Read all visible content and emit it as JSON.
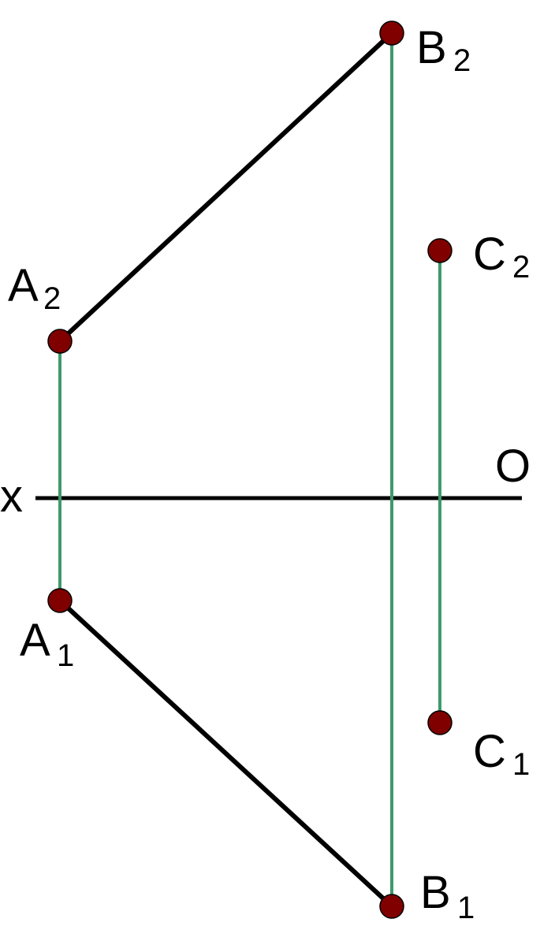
{
  "colors": {
    "segment": "#000000",
    "projection_link": "#3f9a6b",
    "point_fill": "#800000",
    "background": "#ffffff"
  },
  "axis": {
    "left_label": "x",
    "right_label": "O"
  },
  "points": {
    "A2": {
      "letter": "A",
      "index": "2"
    },
    "A1": {
      "letter": "A",
      "index": "1"
    },
    "B2": {
      "letter": "B",
      "index": "2"
    },
    "B1": {
      "letter": "B",
      "index": "1"
    },
    "C2": {
      "letter": "C",
      "index": "2"
    },
    "C1": {
      "letter": "C",
      "index": "1"
    }
  },
  "segments": [
    {
      "from": "A2",
      "to": "B2",
      "kind": "segment"
    },
    {
      "from": "A1",
      "to": "B1",
      "kind": "segment"
    }
  ],
  "projection_links": [
    {
      "from": "A2",
      "to": "A1"
    },
    {
      "from": "B2",
      "to": "B1"
    },
    {
      "from": "C2",
      "to": "C1"
    }
  ]
}
